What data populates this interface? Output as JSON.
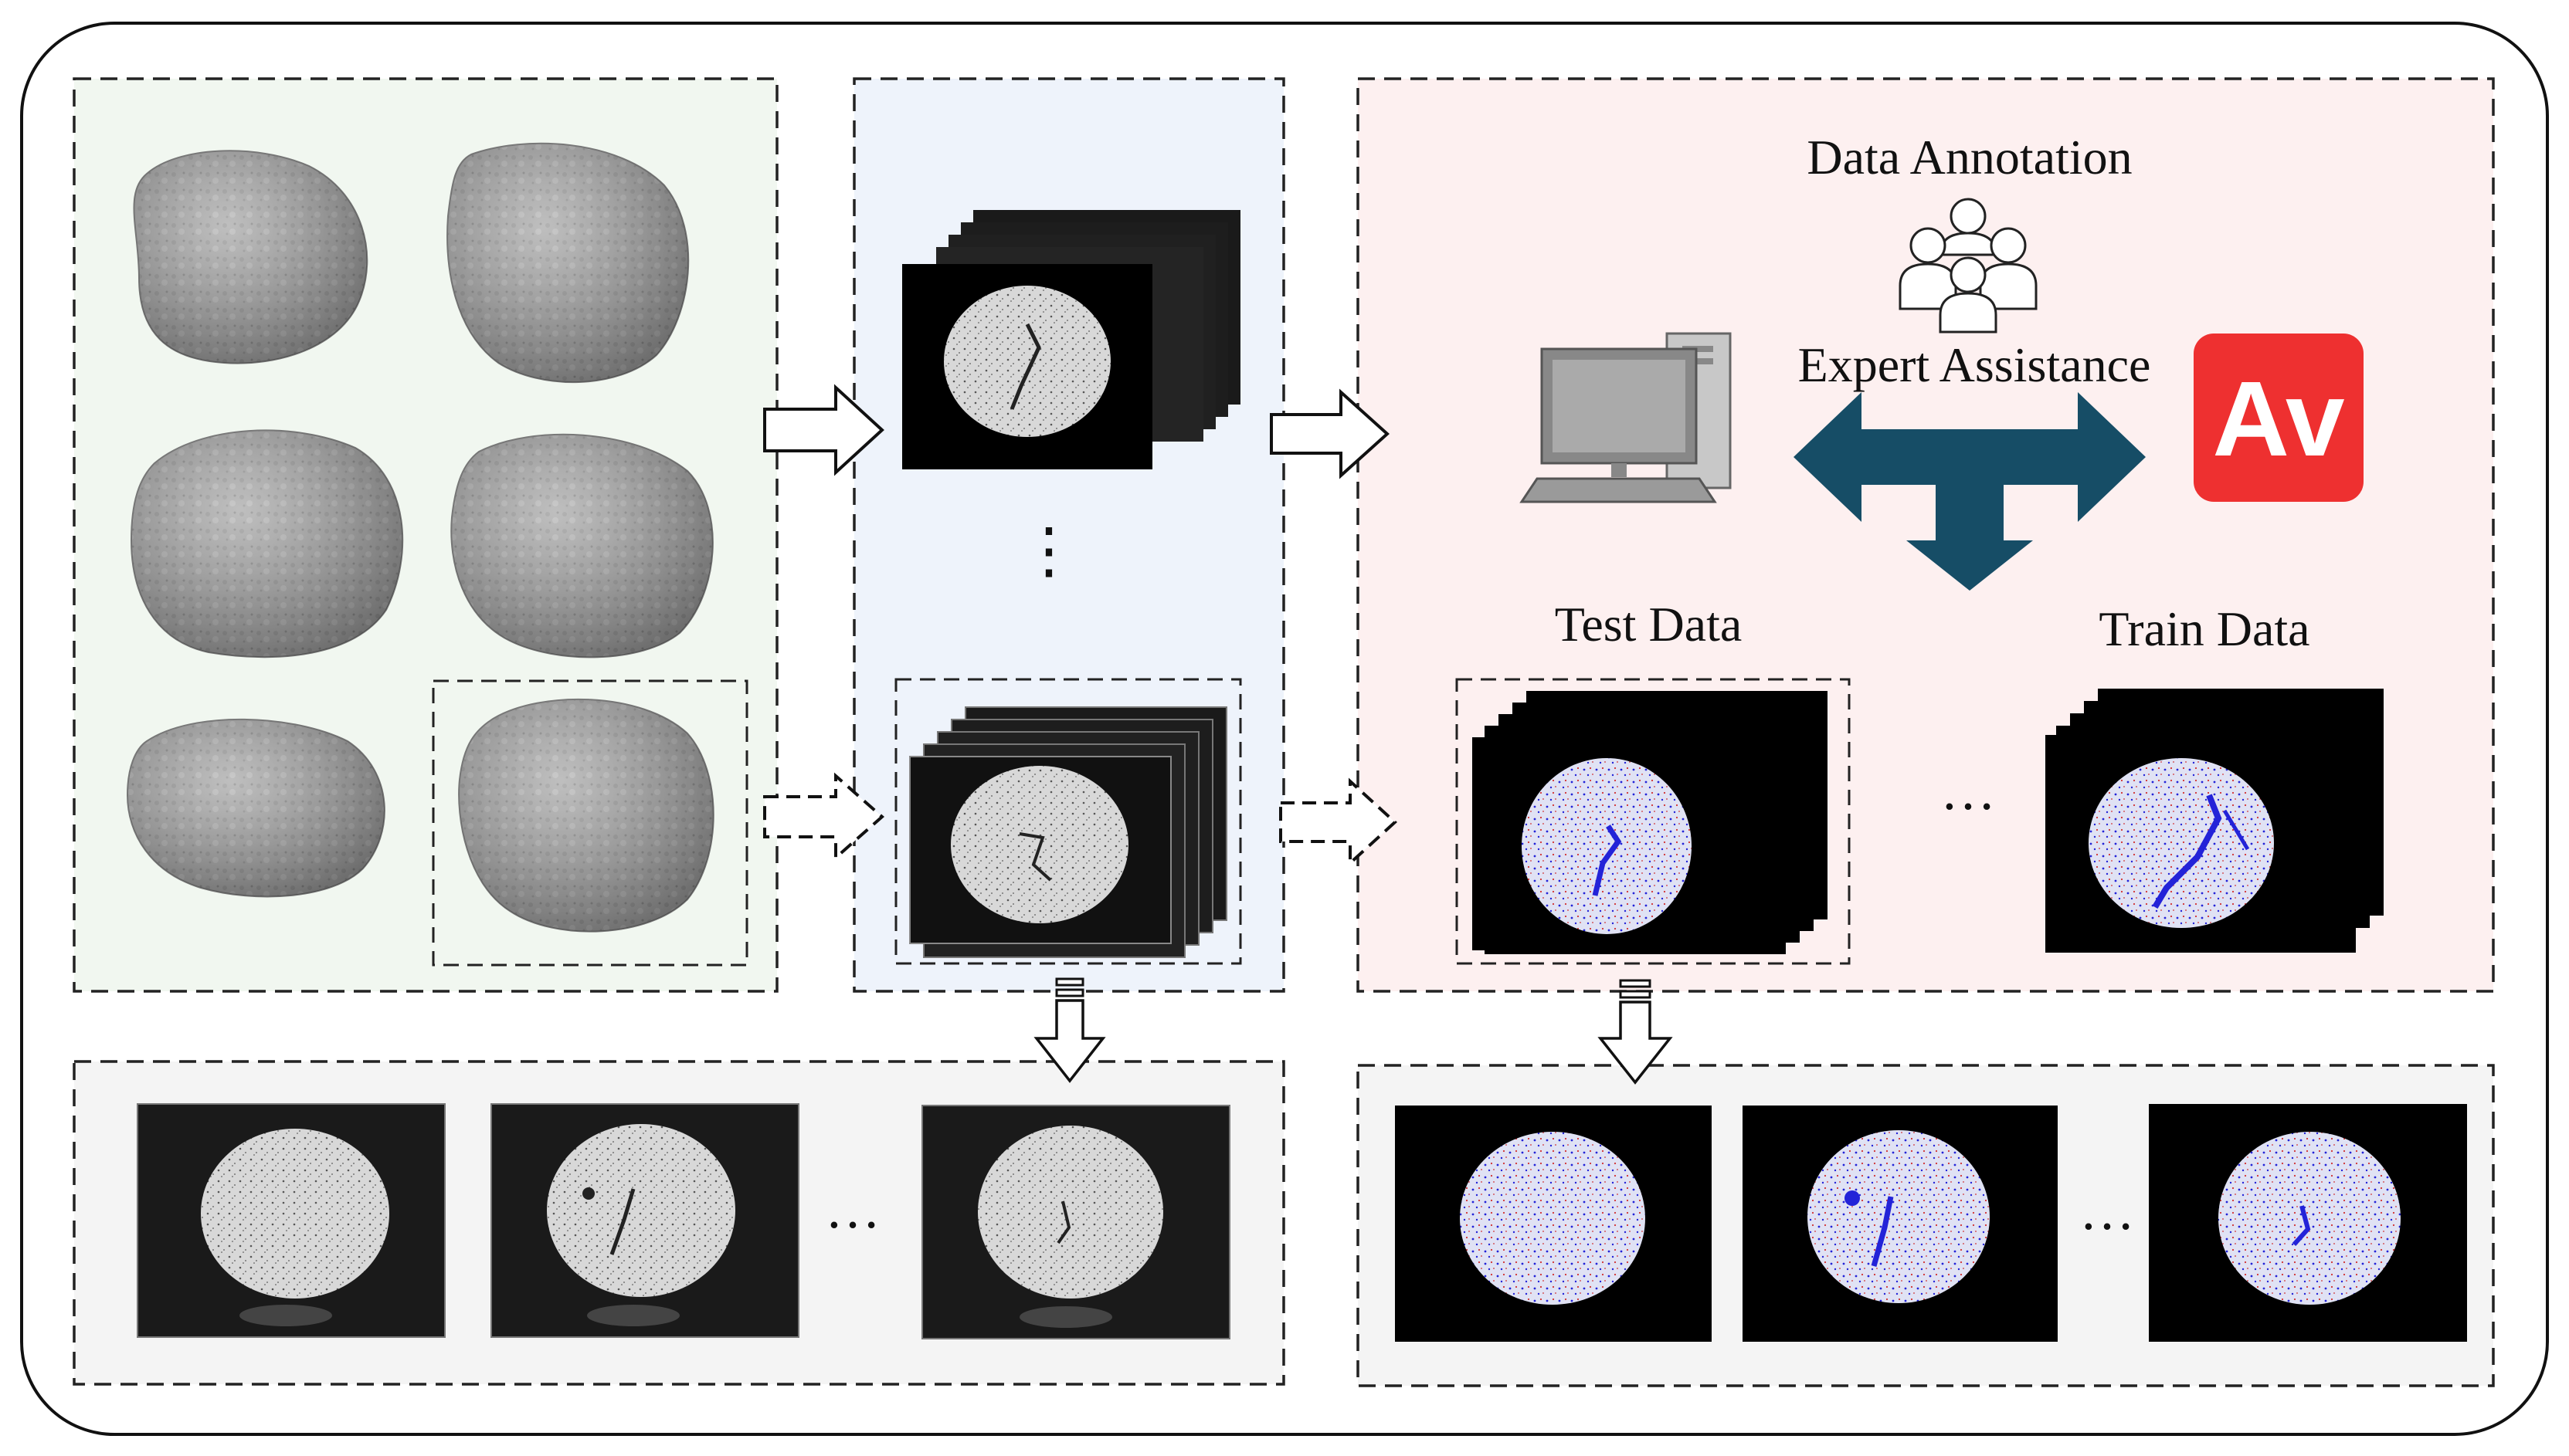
{
  "labels": {
    "data_annotation": "Data Annotation",
    "expert_assistance": "Expert Assistance",
    "test_data": "Test Data",
    "train_data": "Train Data",
    "vertical_ellipsis": "⋮",
    "ellipsis": "…",
    "av_logo": "Av"
  },
  "icons": [
    "computer-icon",
    "people-group-icon",
    "avizo-logo-icon",
    "bidirectional-arrow-icon"
  ],
  "colors": {
    "panel_green": "#f1f7f0",
    "panel_blue": "#eef3fb",
    "panel_pink": "#fdf0f0",
    "panel_gray": "#f4f4f4",
    "arrow_teal": "#164d66",
    "logo_red": "#ee3030",
    "annotation_blue": "#2323d8",
    "annotation_red": "#d03030"
  }
}
